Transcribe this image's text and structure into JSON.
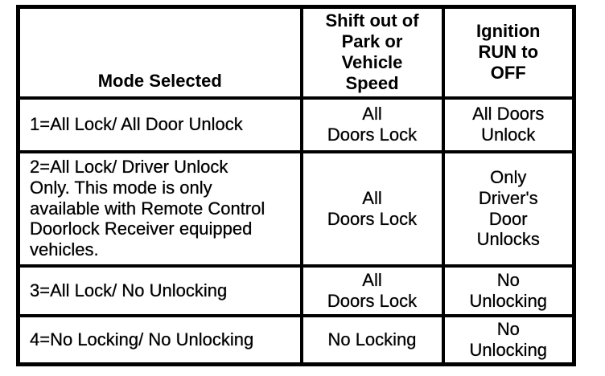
{
  "table": {
    "headers": [
      {
        "label": "Mode Selected"
      },
      {
        "label": "Shift out of\nPark or\nVehicle\nSpeed"
      },
      {
        "label": "Ignition\nRUN to\nOFF"
      }
    ],
    "rows": [
      {
        "mode": "1=All Lock/ All Door Unlock",
        "shift": "All\nDoors Lock",
        "ignition": "All Doors\nUnlock"
      },
      {
        "mode": "2=All Lock/ Driver Unlock\nOnly. This mode is only\navailable with Remote Control\nDoorlock Receiver equipped\nvehicles.",
        "shift": "All\nDoors Lock",
        "ignition": "Only\nDriver's\nDoor\nUnlocks"
      },
      {
        "mode": "3=All Lock/ No Unlocking",
        "shift": "All\nDoors Lock",
        "ignition": "No\nUnlocking"
      },
      {
        "mode": "4=No Locking/ No Unlocking",
        "shift": "No Locking",
        "ignition": "No\nUnlocking"
      }
    ]
  }
}
